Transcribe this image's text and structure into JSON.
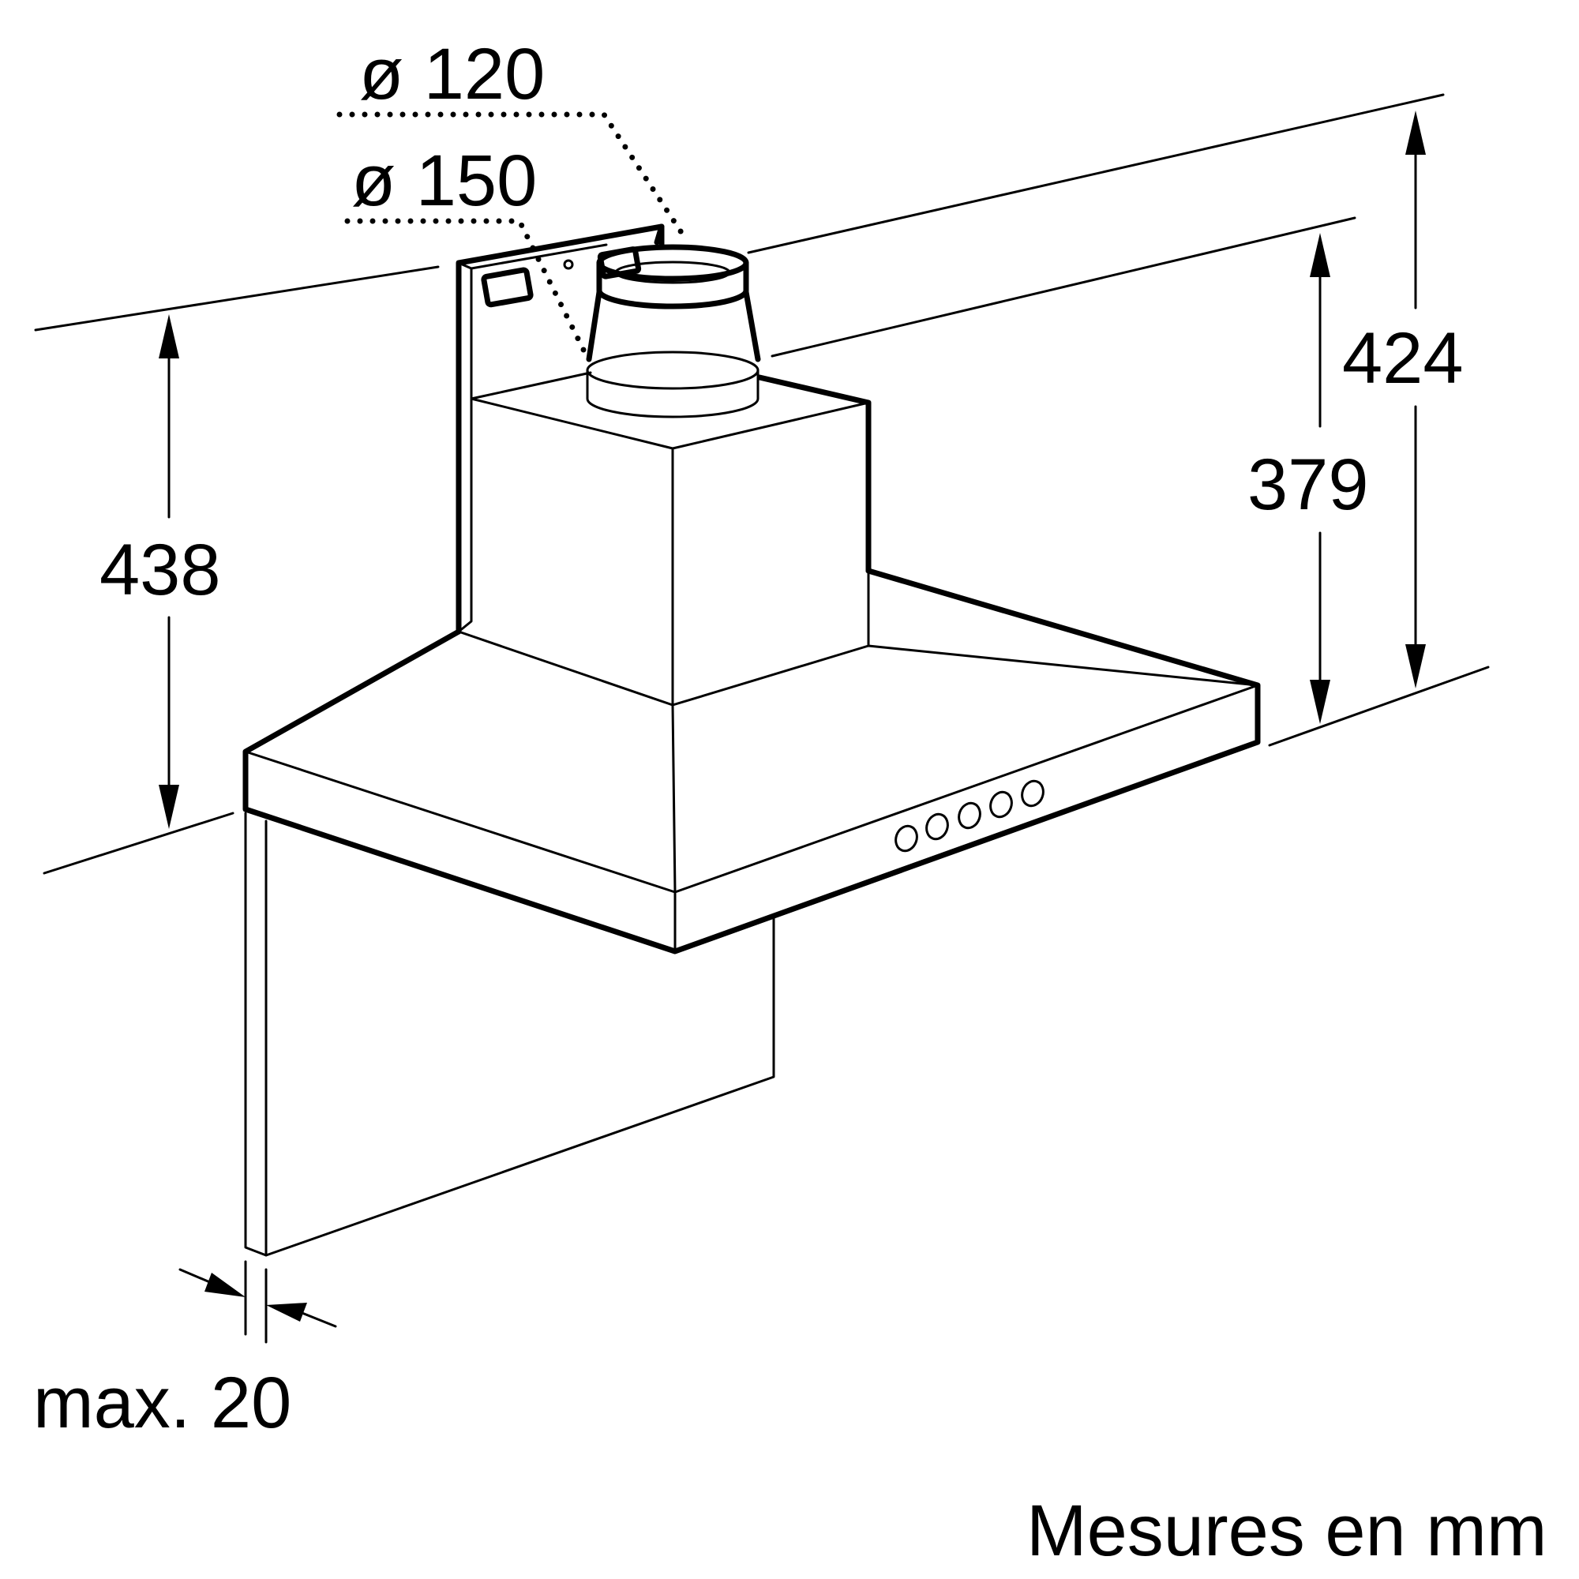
{
  "diagram": {
    "labels": {
      "diam_120": "ø 120",
      "diam_150": "ø 150",
      "dim_424": "424",
      "dim_379": "379",
      "dim_438": "438",
      "dim_max20": "max. 20",
      "units_note": "Mesures en mm"
    }
  }
}
